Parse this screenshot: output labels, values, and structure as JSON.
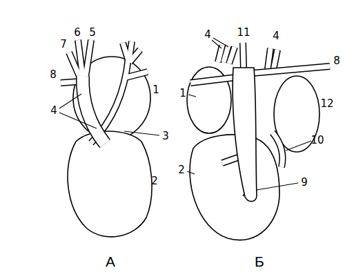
{
  "diagram": {
    "labels": [
      "6",
      "5",
      "7",
      "8",
      "4",
      "1",
      "3",
      "2",
      "А",
      "4",
      "4",
      "11",
      "8",
      "1",
      "12",
      "10",
      "2",
      "9",
      "Б"
    ]
  }
}
